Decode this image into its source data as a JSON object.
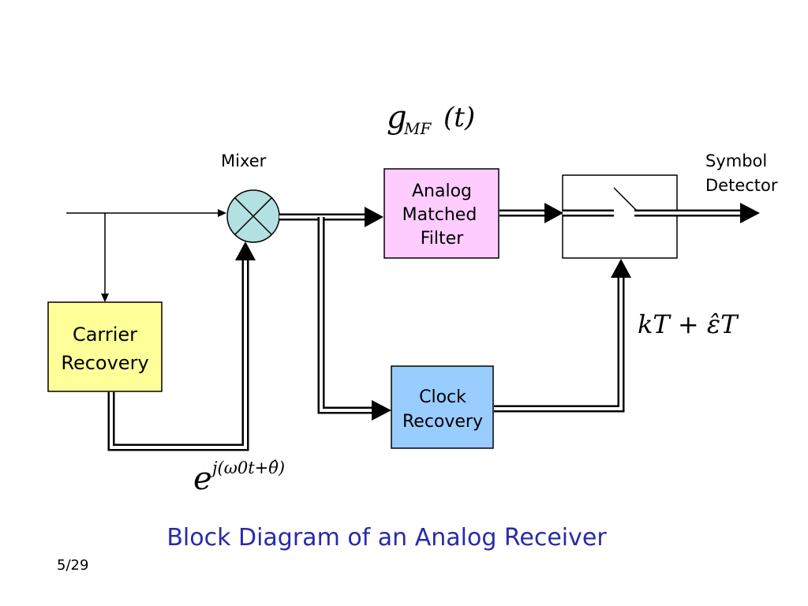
{
  "labels": {
    "mixer": "Mixer",
    "symbol_detector_line1": "Symbol",
    "symbol_detector_line2": "Detector"
  },
  "blocks": {
    "matched_filter": {
      "line1": "Analog",
      "line2": "Matched",
      "line3": "Filter"
    },
    "carrier_recovery": {
      "line1": "Carrier",
      "line2": "Recovery"
    },
    "clock_recovery": {
      "line1": "Clock",
      "line2": "Recovery"
    }
  },
  "math": {
    "gmf_g": "g",
    "gmf_sub": "MF",
    "gmf_arg": "(t)",
    "sample_expr": "kT + ε̂T",
    "exp_base": "e",
    "exp_power": "j(ω0t+θ̂)"
  },
  "caption": "Block Diagram of an Analog Receiver",
  "page_number": "5/29",
  "colors": {
    "matched_filter_fill": "#ffccff",
    "carrier_recovery_fill": "#ffff99",
    "clock_recovery_fill": "#99ccff",
    "mixer_fill": "#b3e0e0",
    "caption": "#2a2aa8"
  }
}
